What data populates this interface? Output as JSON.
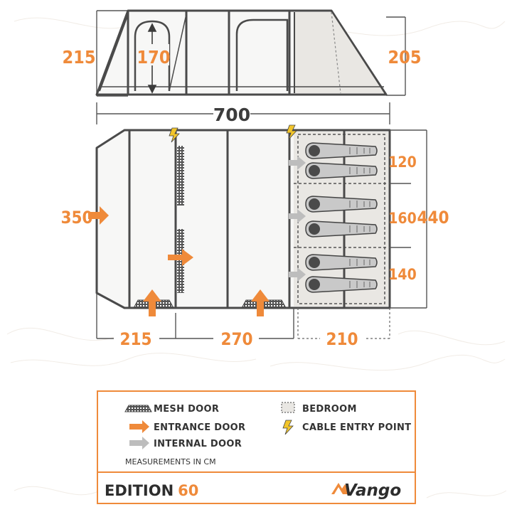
{
  "elevation": {
    "height_left": "215",
    "inner_height": "170",
    "height_right": "205"
  },
  "plan": {
    "total_length": "700",
    "front_width": "350",
    "total_width": "440",
    "segment_lengths": [
      "215",
      "270",
      "210"
    ],
    "bedroom_widths": [
      "120",
      "160",
      "140"
    ]
  },
  "legend": {
    "items": [
      {
        "label": "MESH DOOR",
        "icon": "mesh-door-icon"
      },
      {
        "label": "ENTRANCE DOOR",
        "icon": "orange-arrow-icon"
      },
      {
        "label": "INTERNAL DOOR",
        "icon": "grey-arrow-icon"
      },
      {
        "label": "BEDROOM",
        "icon": "bedroom-swatch-icon"
      },
      {
        "label": "CABLE ENTRY POINT",
        "icon": "lightning-icon"
      }
    ],
    "note": "MEASUREMENTS IN CM"
  },
  "footer": {
    "model_name": "EDITION",
    "model_number": "60",
    "brand": "Vango"
  },
  "colors": {
    "accent": "#ef8a3a",
    "outline": "#4a4a4a",
    "bedroom": "#e9e7e3"
  }
}
